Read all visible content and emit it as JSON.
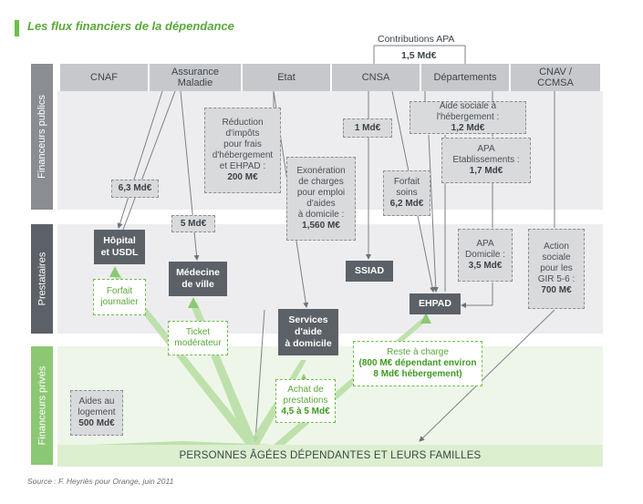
{
  "title": "Les flux financiers de la dépendance",
  "contributions_apa": {
    "label": "Contributions APA",
    "value": "1,5 Md€"
  },
  "row_labels": {
    "public": "Financeurs publics",
    "providers": "Prestataires",
    "private": "Financeurs privés"
  },
  "headers": [
    "CNAF",
    "Assurance\nMaladie",
    "Etat",
    "CNSA",
    "Départements",
    "CNAV /\nCCMSA"
  ],
  "flows": {
    "cnaf": {
      "value": "6,3 Md€"
    },
    "assurance": {
      "value": "5 Md€"
    },
    "etat_impots": {
      "text": "Réduction\nd'impôts\npour frais\nd'hébergement\net EHPAD :",
      "value": "200 M€"
    },
    "etat_charges": {
      "text": "Exonération\nde charges\npour emploi\nd'aides\nà domicile :",
      "value": "1,560 M€"
    },
    "cnsa_ssiad": {
      "value": "1 Md€"
    },
    "cnsa_forfait": {
      "text": "Forfait\nsoins",
      "value": "6,2 Md€"
    },
    "dep_aide": {
      "text": "Aide sociale à\nl'hébergement :",
      "value": "1,2 Md€"
    },
    "dep_apa_etab": {
      "text": "APA\nEtablissements :",
      "value": "1,7 Md€"
    },
    "dep_apa_dom": {
      "text": "APA\nDomicile :",
      "value": "3,5 Md€"
    },
    "cnav": {
      "text": "Action\nsociale\npour les\nGIR 5-6 :",
      "value": "700 M€"
    }
  },
  "providers": {
    "hopital": "Hôpital\net USDL",
    "medecine": "Médecine\nde ville",
    "services": "Services\nd'aide\nà domicile",
    "ssiad": "SSIAD",
    "ehpad": "EHPAD"
  },
  "private_flows": {
    "forfait_journalier": "Forfait\njournalier",
    "ticket": "Ticket\nmodérateur",
    "achat": {
      "text": "Achat de\nprestations",
      "value": "4,5 à 5 Md€"
    },
    "reste": {
      "text": "Reste à charge",
      "value": "(800 M€ dépendant environ\n8 Md€ hébergement)"
    },
    "aides_logement": {
      "text": "Aides au\nlogement",
      "value": "500 Md€"
    }
  },
  "bottom_label": "PERSONNES ÂGÉES DÉPENDANTES ET LEURS FAMILLES",
  "source": "Source : F. Heyriès pour Orange, juin 2011",
  "colors": {
    "accent_green": "#6dbf4a",
    "dark_box": "#5c6168",
    "header_grey": "#c6c8cb",
    "side_label": "#8a8e93"
  }
}
